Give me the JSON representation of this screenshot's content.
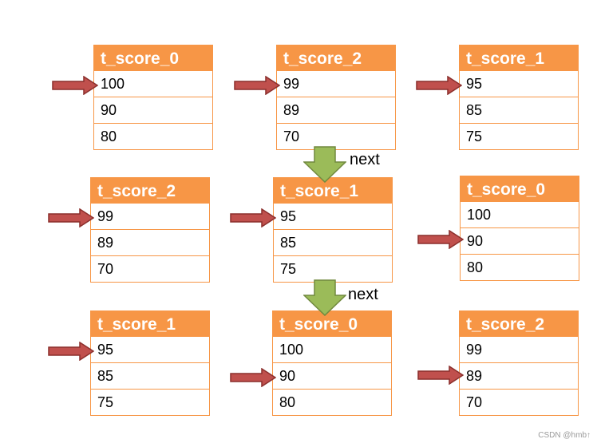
{
  "tables": [
    {
      "title": "t_score_0",
      "rows": [
        "100",
        "90",
        "80"
      ]
    },
    {
      "title": "t_score_2",
      "rows": [
        "99",
        "89",
        "70"
      ]
    },
    {
      "title": "t_score_1",
      "rows": [
        "95",
        "85",
        "75"
      ]
    },
    {
      "title": "t_score_2",
      "rows": [
        "99",
        "89",
        "70"
      ]
    },
    {
      "title": "t_score_1",
      "rows": [
        "95",
        "85",
        "75"
      ]
    },
    {
      "title": "t_score_0",
      "rows": [
        "100",
        "90",
        "80"
      ]
    },
    {
      "title": "t_score_1",
      "rows": [
        "95",
        "85",
        "75"
      ]
    },
    {
      "title": "t_score_0",
      "rows": [
        "100",
        "90",
        "80"
      ]
    },
    {
      "title": "t_score_2",
      "rows": [
        "99",
        "89",
        "70"
      ]
    }
  ],
  "next_labels": [
    "next",
    "next"
  ],
  "watermark": "CSDN @hmb↑",
  "colors": {
    "header": "#F79646",
    "arrow": "#C0504D",
    "down_arrow": "#9BBB59"
  }
}
